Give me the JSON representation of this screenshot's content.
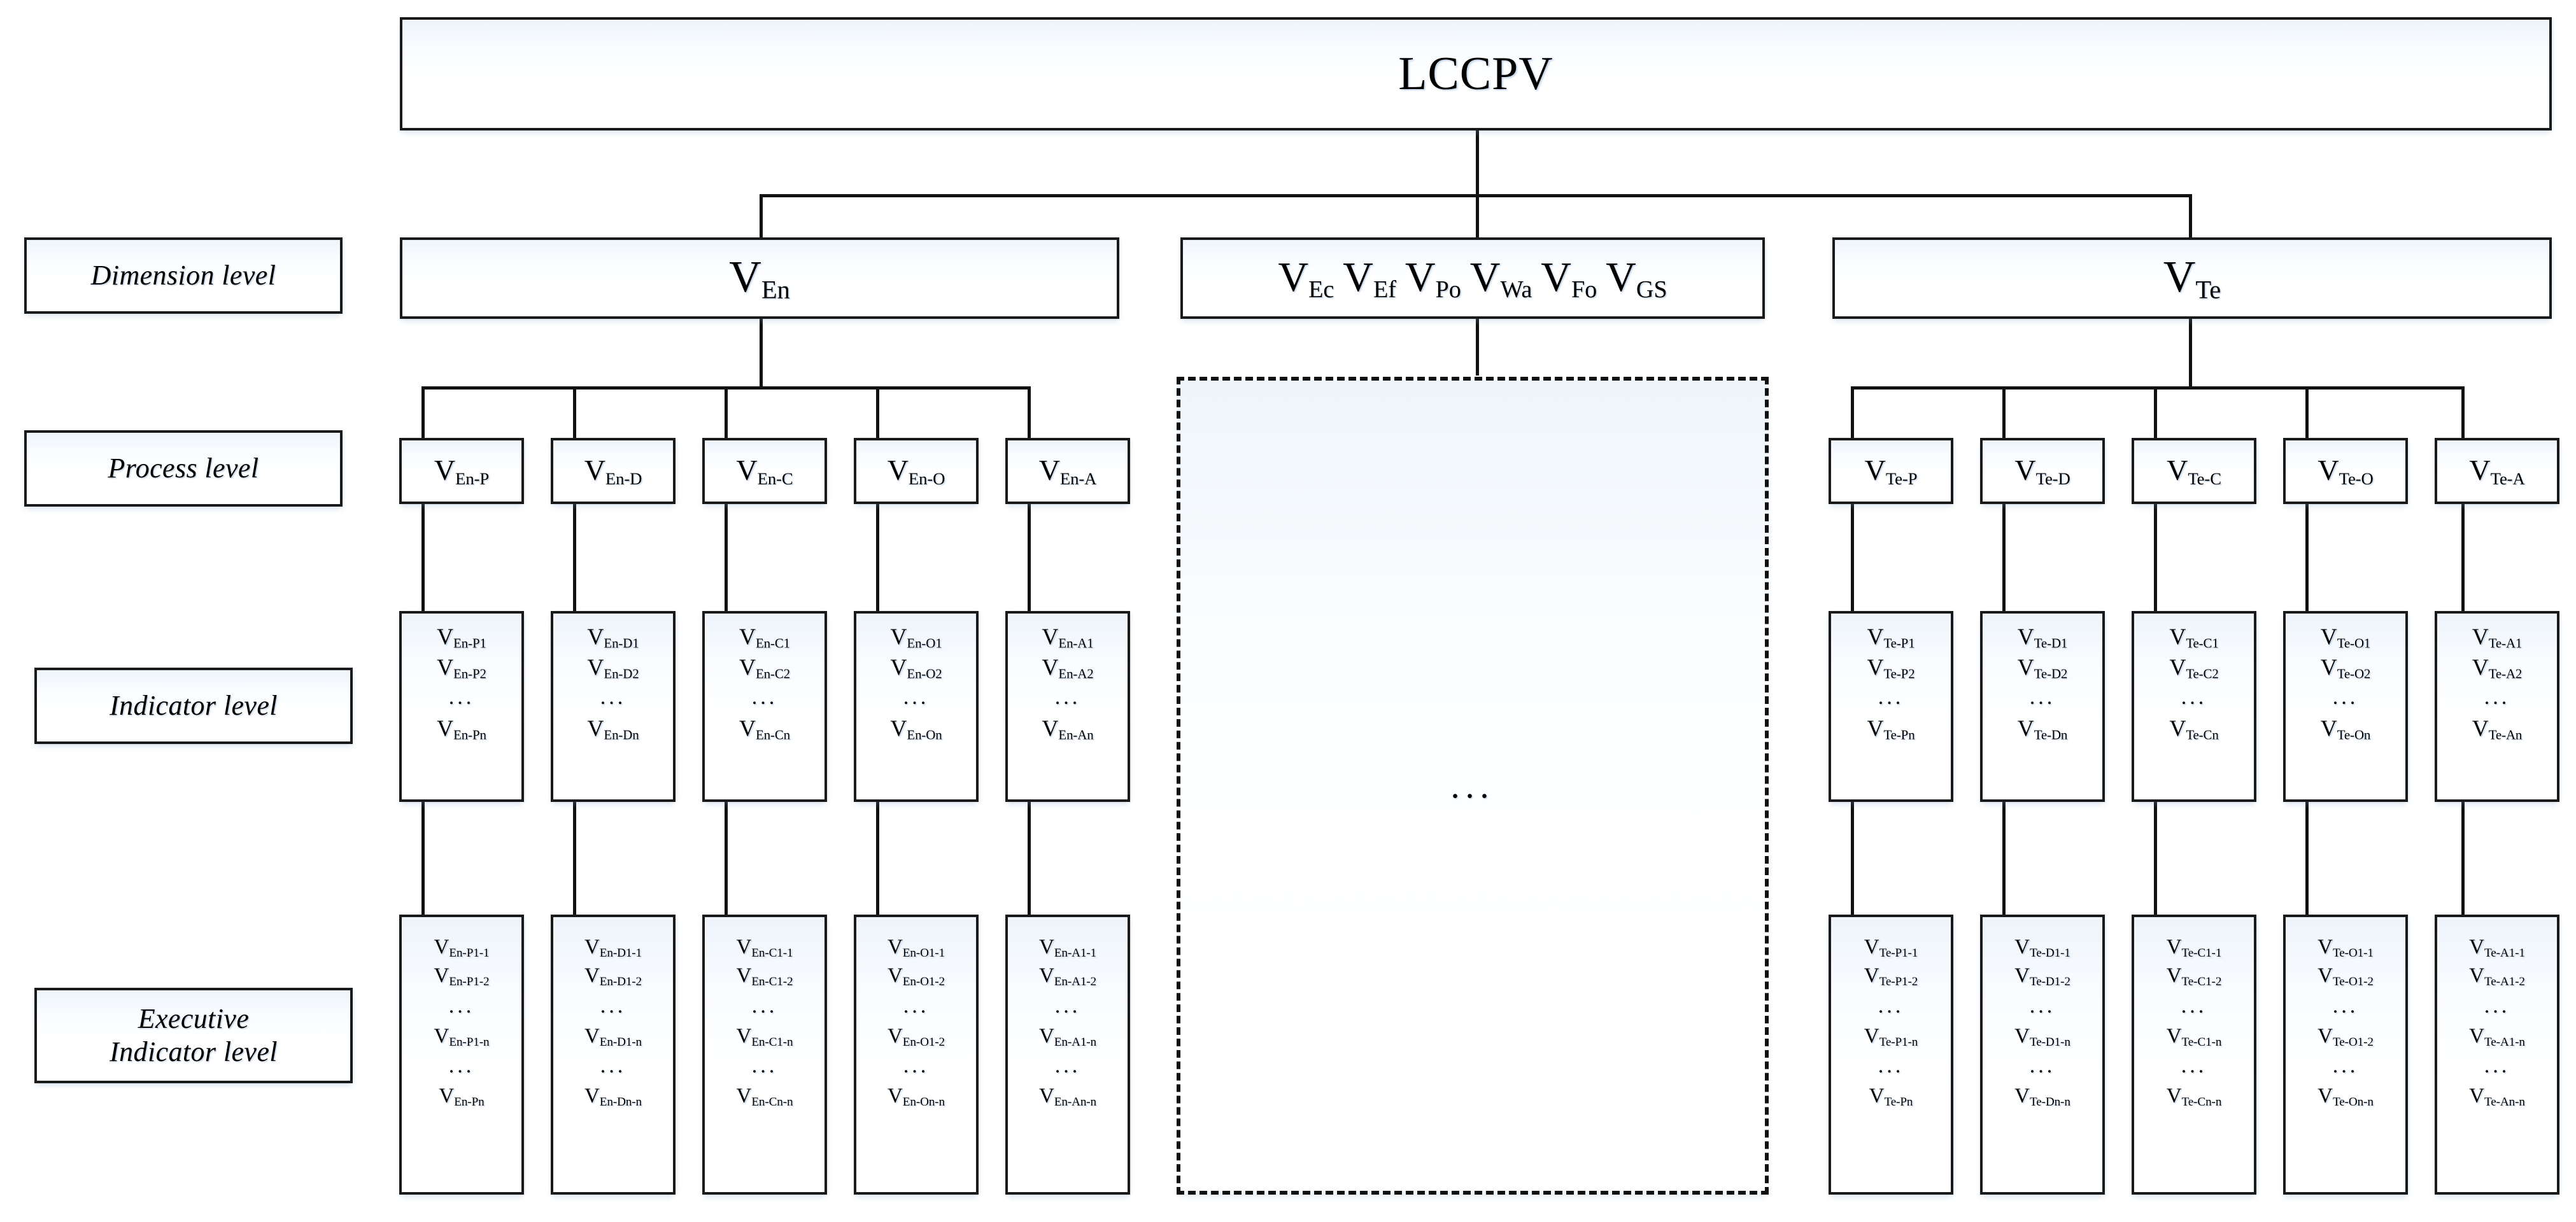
{
  "title": "LCCPV",
  "row_labels": [
    {
      "id": "dimension",
      "text": "Dimension level"
    },
    {
      "id": "process",
      "text": "Process level"
    },
    {
      "id": "indicator",
      "text": "Indicator level"
    },
    {
      "id": "executive",
      "line1": "Executive",
      "line2": "Indicator level"
    }
  ],
  "ellipsis": "...",
  "center_ellipsis": "...",
  "dimension_level": {
    "left": {
      "base": "V",
      "sub": "En"
    },
    "center": [
      {
        "base": "V",
        "sub": "Ec"
      },
      {
        "base": "V",
        "sub": "Ef"
      },
      {
        "base": "V",
        "sub": "Po"
      },
      {
        "base": "V",
        "sub": "Wa"
      },
      {
        "base": "V",
        "sub": "Fo"
      },
      {
        "base": "V",
        "sub": "GS"
      }
    ],
    "right": {
      "base": "V",
      "sub": "Te"
    }
  },
  "process_level": {
    "left": [
      {
        "base": "V",
        "sub": "En-P"
      },
      {
        "base": "V",
        "sub": "En-D"
      },
      {
        "base": "V",
        "sub": "En-C"
      },
      {
        "base": "V",
        "sub": "En-O"
      },
      {
        "base": "V",
        "sub": "En-A"
      }
    ],
    "right": [
      {
        "base": "V",
        "sub": "Te-P"
      },
      {
        "base": "V",
        "sub": "Te-D"
      },
      {
        "base": "V",
        "sub": "Te-C"
      },
      {
        "base": "V",
        "sub": "Te-O"
      },
      {
        "base": "V",
        "sub": "Te-A"
      }
    ]
  },
  "indicator_level": {
    "left": [
      {
        "items": [
          {
            "base": "V",
            "sub": "En-P1"
          },
          {
            "base": "V",
            "sub": "En-P2"
          },
          {
            "dots": "..."
          },
          {
            "base": "V",
            "sub": "En-Pn"
          }
        ]
      },
      {
        "items": [
          {
            "base": "V",
            "sub": "En-D1"
          },
          {
            "base": "V",
            "sub": "En-D2"
          },
          {
            "dots": "..."
          },
          {
            "base": "V",
            "sub": "En-Dn"
          }
        ]
      },
      {
        "items": [
          {
            "base": "V",
            "sub": "En-C1"
          },
          {
            "base": "V",
            "sub": "En-C2"
          },
          {
            "dots": "..."
          },
          {
            "base": "V",
            "sub": "En-Cn"
          }
        ]
      },
      {
        "items": [
          {
            "base": "V",
            "sub": "En-O1"
          },
          {
            "base": "V",
            "sub": "En-O2"
          },
          {
            "dots": "..."
          },
          {
            "base": "V",
            "sub": "En-On"
          }
        ]
      },
      {
        "items": [
          {
            "base": "V",
            "sub": "En-A1"
          },
          {
            "base": "V",
            "sub": "En-A2"
          },
          {
            "dots": "..."
          },
          {
            "base": "V",
            "sub": "En-An"
          }
        ]
      }
    ],
    "right": [
      {
        "items": [
          {
            "base": "V",
            "sub": "Te-P1"
          },
          {
            "base": "V",
            "sub": "Te-P2"
          },
          {
            "dots": "..."
          },
          {
            "base": "V",
            "sub": "Te-Pn"
          }
        ]
      },
      {
        "items": [
          {
            "base": "V",
            "sub": "Te-D1"
          },
          {
            "base": "V",
            "sub": "Te-D2"
          },
          {
            "dots": "..."
          },
          {
            "base": "V",
            "sub": "Te-Dn"
          }
        ]
      },
      {
        "items": [
          {
            "base": "V",
            "sub": "Te-C1"
          },
          {
            "base": "V",
            "sub": "Te-C2"
          },
          {
            "dots": "..."
          },
          {
            "base": "V",
            "sub": "Te-Cn"
          }
        ]
      },
      {
        "items": [
          {
            "base": "V",
            "sub": "Te-O1"
          },
          {
            "base": "V",
            "sub": "Te-O2"
          },
          {
            "dots": "..."
          },
          {
            "base": "V",
            "sub": "Te-On"
          }
        ]
      },
      {
        "items": [
          {
            "base": "V",
            "sub": "Te-A1"
          },
          {
            "base": "V",
            "sub": "Te-A2"
          },
          {
            "dots": "..."
          },
          {
            "base": "V",
            "sub": "Te-An"
          }
        ]
      }
    ]
  },
  "executive_indicator_level": {
    "left": [
      {
        "items": [
          {
            "base": "V",
            "sub": "En-P1-1"
          },
          {
            "base": "V",
            "sub": "En-P1-2"
          },
          {
            "dots": "..."
          },
          {
            "base": "V",
            "sub": "En-P1-n"
          },
          {
            "dots": "..."
          },
          {
            "base": "V",
            "sub": "En-Pn"
          }
        ]
      },
      {
        "items": [
          {
            "base": "V",
            "sub": "En-D1-1"
          },
          {
            "base": "V",
            "sub": "En-D1-2"
          },
          {
            "dots": "..."
          },
          {
            "base": "V",
            "sub": "En-D1-n"
          },
          {
            "dots": "..."
          },
          {
            "base": "V",
            "sub": "En-Dn-n"
          }
        ]
      },
      {
        "items": [
          {
            "base": "V",
            "sub": "En-C1-1"
          },
          {
            "base": "V",
            "sub": "En-C1-2"
          },
          {
            "dots": "..."
          },
          {
            "base": "V",
            "sub": "En-C1-n"
          },
          {
            "dots": "..."
          },
          {
            "base": "V",
            "sub": "En-Cn-n"
          }
        ]
      },
      {
        "items": [
          {
            "base": "V",
            "sub": "En-O1-1"
          },
          {
            "base": "V",
            "sub": "En-O1-2"
          },
          {
            "dots": "..."
          },
          {
            "base": "V",
            "sub": "En-O1-2"
          },
          {
            "dots": "..."
          },
          {
            "base": "V",
            "sub": "En-On-n"
          }
        ]
      },
      {
        "items": [
          {
            "base": "V",
            "sub": "En-A1-1"
          },
          {
            "base": "V",
            "sub": "En-A1-2"
          },
          {
            "dots": "..."
          },
          {
            "base": "V",
            "sub": "En-A1-n"
          },
          {
            "dots": "..."
          },
          {
            "base": "V",
            "sub": "En-An-n"
          }
        ]
      }
    ],
    "right": [
      {
        "items": [
          {
            "base": "V",
            "sub": "Te-P1-1"
          },
          {
            "base": "V",
            "sub": "Te-P1-2"
          },
          {
            "dots": "..."
          },
          {
            "base": "V",
            "sub": "Te-P1-n"
          },
          {
            "dots": "..."
          },
          {
            "base": "V",
            "sub": "Te-Pn"
          }
        ]
      },
      {
        "items": [
          {
            "base": "V",
            "sub": "Te-D1-1"
          },
          {
            "base": "V",
            "sub": "Te-D1-2"
          },
          {
            "dots": "..."
          },
          {
            "base": "V",
            "sub": "Te-D1-n"
          },
          {
            "dots": "..."
          },
          {
            "base": "V",
            "sub": "Te-Dn-n"
          }
        ]
      },
      {
        "items": [
          {
            "base": "V",
            "sub": "Te-C1-1"
          },
          {
            "base": "V",
            "sub": "Te-C1-2"
          },
          {
            "dots": "..."
          },
          {
            "base": "V",
            "sub": "Te-C1-n"
          },
          {
            "dots": "..."
          },
          {
            "base": "V",
            "sub": "Te-Cn-n"
          }
        ]
      },
      {
        "items": [
          {
            "base": "V",
            "sub": "Te-O1-1"
          },
          {
            "base": "V",
            "sub": "Te-O1-2"
          },
          {
            "dots": "..."
          },
          {
            "base": "V",
            "sub": "Te-O1-2"
          },
          {
            "dots": "..."
          },
          {
            "base": "V",
            "sub": "Te-On-n"
          }
        ]
      },
      {
        "items": [
          {
            "base": "V",
            "sub": "Te-A1-1"
          },
          {
            "base": "V",
            "sub": "Te-A1-2"
          },
          {
            "dots": "..."
          },
          {
            "base": "V",
            "sub": "Te-A1-n"
          },
          {
            "dots": "..."
          },
          {
            "base": "V",
            "sub": "Te-An-n"
          }
        ]
      }
    ]
  },
  "colors": {
    "stroke": "#1a1a1a",
    "box_fill_top": "#eef4fa",
    "box_fill_bottom": "#ffffff",
    "text": "#000000"
  }
}
